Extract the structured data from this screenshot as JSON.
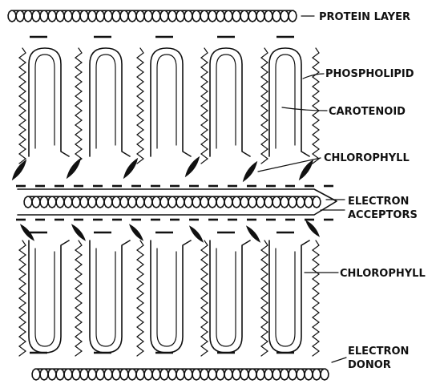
{
  "labels": {
    "protein_layer": "PROTEIN LAYER",
    "phospholipid": "PHOSPHOLIPID",
    "carotenoid": "CAROTENOID",
    "chlorophyll_top": "CHLOROPHYLL",
    "electron_acceptors_1": "ELECTRON",
    "electron_acceptors_2": "ACCEPTORS",
    "chlorophyll_bottom": "CHLOROPHYLL",
    "electron_donor_1": "ELECTRON",
    "electron_donor_2": "DONOR"
  },
  "colors": {
    "ink": "#111111",
    "background": "#ffffff"
  }
}
